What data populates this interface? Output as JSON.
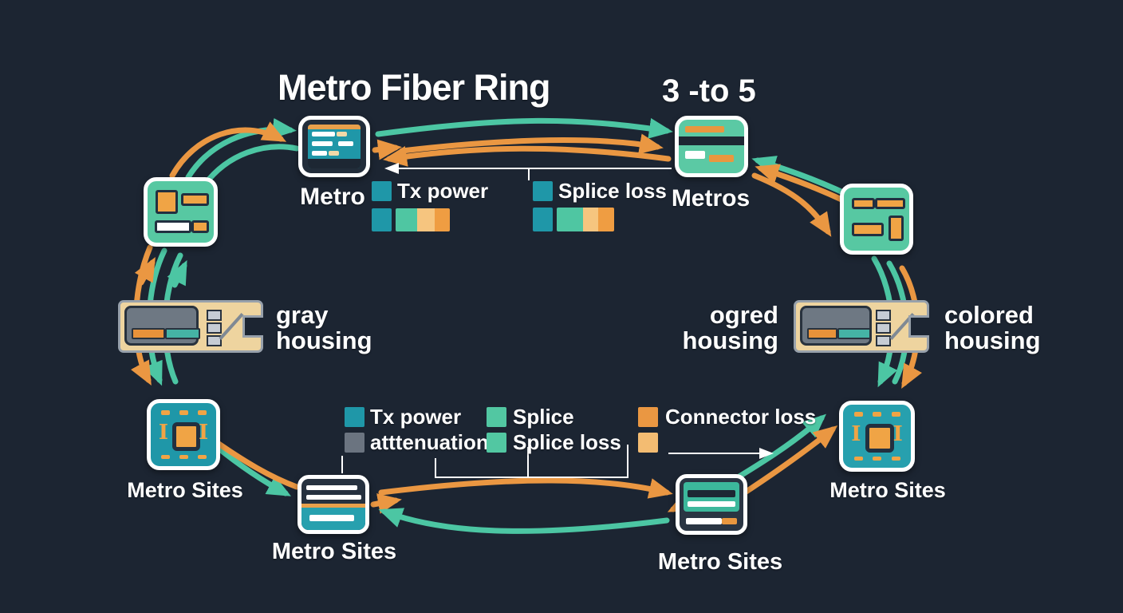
{
  "title": "Metro Fiber Ring",
  "subtitle": "3 -to 5",
  "nodes": {
    "metro": {
      "label": "Metro"
    },
    "metros": {
      "label": "Metros"
    },
    "left_lower": {
      "label": "Metro Sites"
    },
    "right_lower": {
      "label": "Metro Sites"
    },
    "bottom_left": {
      "label": "Metro Sites"
    },
    "bottom_right": {
      "label": "Metro Sites"
    }
  },
  "housing_left": {
    "line1": "gray",
    "line2": "housing"
  },
  "housing_right_inner": {
    "line1": "ogred",
    "line2": "housing"
  },
  "housing_right_outer": {
    "line1": "colored",
    "line2": "housing"
  },
  "legend_top": {
    "tx_power": "Tx power",
    "splice_loss": "Splice loss"
  },
  "legend_bottom": {
    "row1": [
      {
        "swatch": "#1f97a8",
        "label": "Tx power"
      },
      {
        "swatch": "#52c7a2",
        "label": "Splice"
      },
      {
        "swatch": "#ea9742",
        "label": "Connector loss"
      }
    ],
    "row2": [
      {
        "swatch": "#6b7480",
        "label": "atttenuation"
      },
      {
        "swatch": "#52c7a2",
        "label": "Splice loss"
      },
      {
        "swatch": "#f3bc72",
        "label": ""
      }
    ]
  },
  "colors": {
    "background": "#1c2532",
    "teal_node": "#1f97a8",
    "mint": "#52c7a2",
    "arrow_teal": "#4cc6a3",
    "arrow_orange": "#ea9742",
    "light_orange": "#f3bc72",
    "gray": "#6b7480",
    "beige_housing": "#eed49f",
    "white": "#ffffff"
  }
}
